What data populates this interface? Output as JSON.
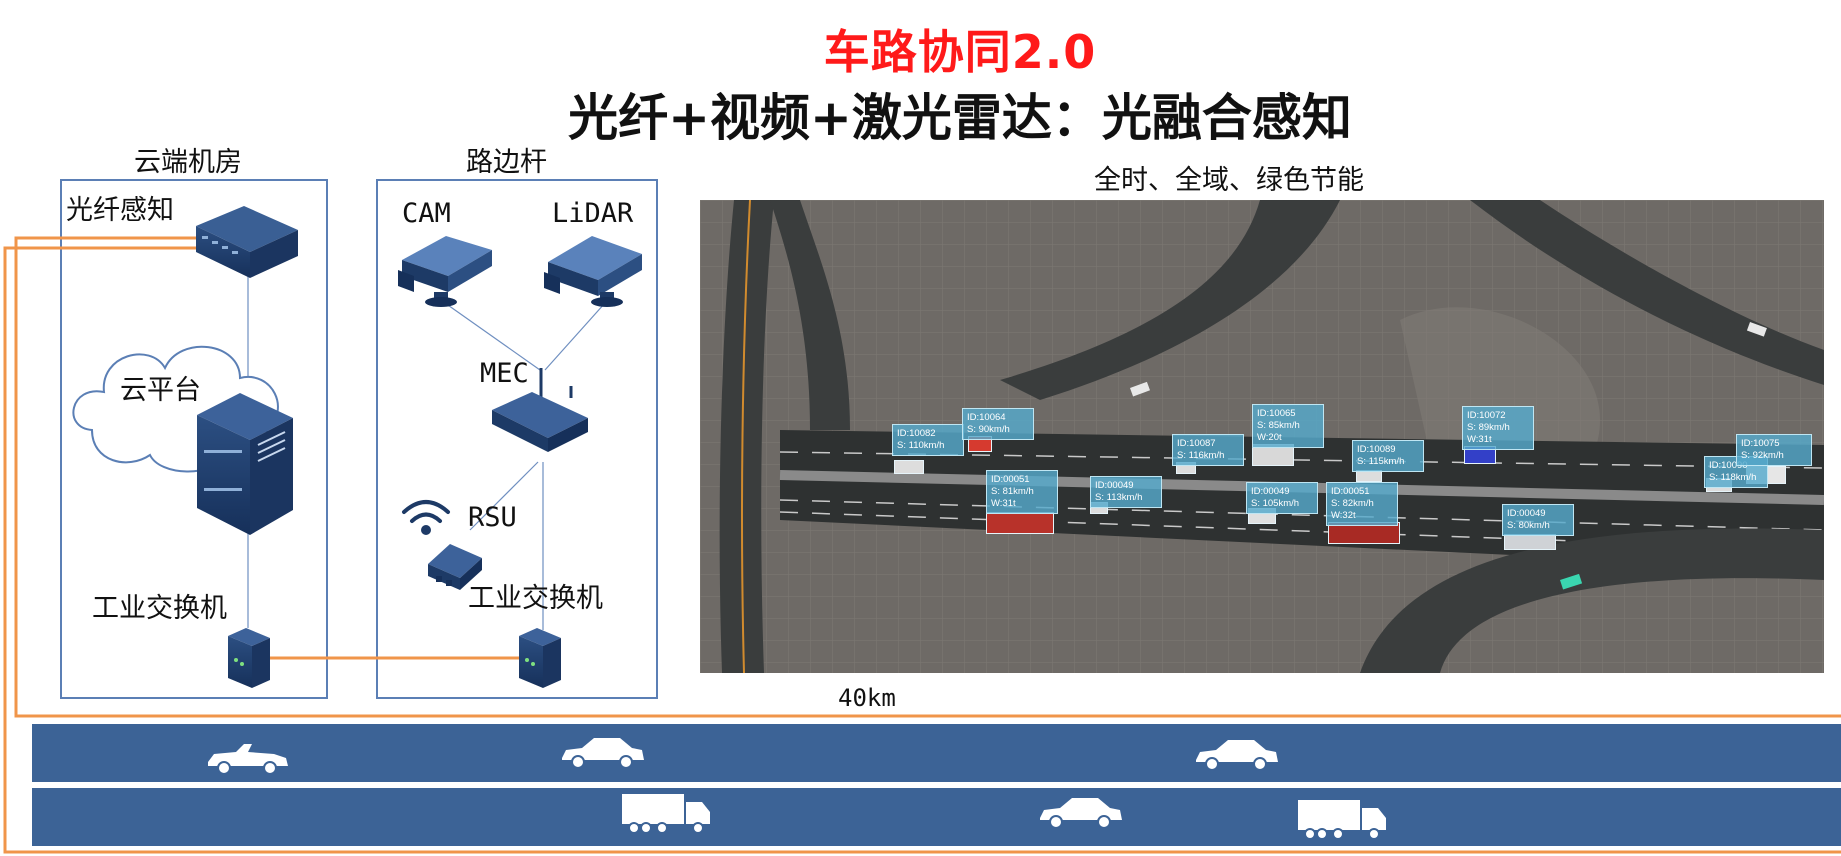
{
  "header": {
    "title": "车路协同2.0",
    "subtitle": "光纤+视频+激光雷达：光融合感知"
  },
  "cloud_room": {
    "title": "云端机房",
    "fiber_sensing": "光纤感知",
    "cloud_platform": "云平台",
    "industrial_switch": "工业交换机"
  },
  "roadside_pole": {
    "title": "路边杆",
    "cam": "CAM",
    "lidar": "LiDAR",
    "mec": "MEC",
    "rsu": "RSU",
    "industrial_switch": "工业交换机"
  },
  "scene": {
    "caption": "全时、全域、绿色节能",
    "tags": [
      {
        "id": "ID:10082",
        "speed": "S: 110km/h",
        "weight": ""
      },
      {
        "id": "ID:10064",
        "speed": "S: 90km/h",
        "weight": ""
      },
      {
        "id": "ID:00051",
        "speed": "S: 81km/h",
        "weight": "W:31t"
      },
      {
        "id": "ID:00049",
        "speed": "S: 113km/h",
        "weight": ""
      },
      {
        "id": "ID:10087",
        "speed": "S: 116km/h",
        "weight": ""
      },
      {
        "id": "ID:10065",
        "speed": "S: 85km/h",
        "weight": "W:20t"
      },
      {
        "id": "ID:00049",
        "speed": "S: 105km/h",
        "weight": ""
      },
      {
        "id": "ID:00051",
        "speed": "S: 82km/h",
        "weight": "W:32t"
      },
      {
        "id": "ID:10089",
        "speed": "S: 115km/h",
        "weight": ""
      },
      {
        "id": "ID:10072",
        "speed": "S: 89km/h",
        "weight": "W:31t"
      },
      {
        "id": "ID:00049",
        "speed": "S: 80km/h",
        "weight": ""
      },
      {
        "id": "ID:10090",
        "speed": "S: 118km/h",
        "weight": ""
      },
      {
        "id": "ID:10075",
        "speed": "S: 92km/h",
        "weight": ""
      }
    ]
  },
  "road": {
    "distance": "40km"
  },
  "colors": {
    "title_red": "#ff1a1a",
    "box_border": "#5b7fb5",
    "fiber_orange": "#f0954a",
    "road_blue": "#3c6396",
    "device_navy": "#1d3a66",
    "tag_cyan": "#56aacc"
  }
}
